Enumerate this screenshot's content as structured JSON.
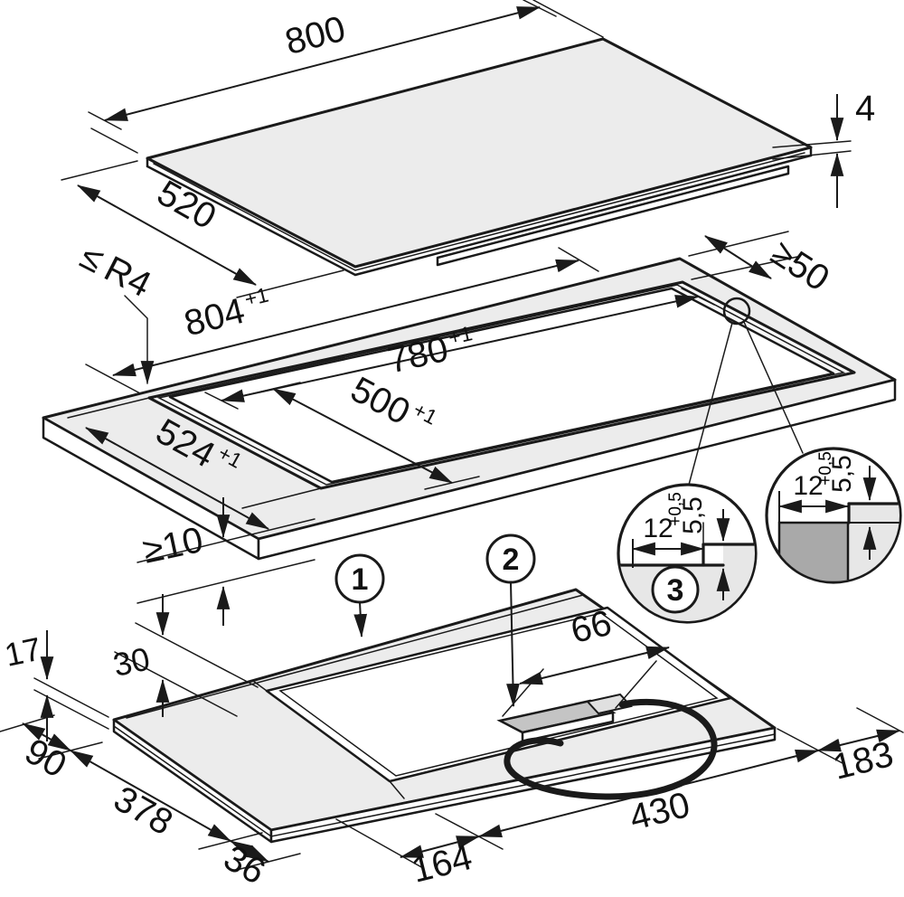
{
  "diagram_type": "appliance installation dimension drawing (cooktop + worktop cutout + underside)",
  "colors": {
    "line": "#1a1a1a",
    "surface_gray": "#ececec",
    "mains_box_gray": "#c4c4c4",
    "section_block_gray": "#a9a9a9",
    "background": "#ffffff"
  },
  "labels": {
    "top_panel": {
      "width": "800",
      "depth": "520",
      "thickness": "4"
    },
    "cutout": {
      "radius_prefix": "≤",
      "radius": "R4",
      "outer_w": "804",
      "outer_w_tol": "+1",
      "inner_w": "780",
      "inner_w_tol": "+1",
      "inner_d": "500",
      "inner_d_tol": "+1",
      "outer_d": "524",
      "outer_d_tol": "+1",
      "rear_clearance": "≥50",
      "below_clearance": "≥10"
    },
    "detail": {
      "step_width": "12",
      "step_width_tol": "+0,5",
      "step_depth": "5,5"
    },
    "underside": {
      "edge_height": "17",
      "housing_height": "30",
      "rear_band": "90",
      "housing_depth": "378",
      "front_band": "36",
      "left_offset": "164",
      "cable_span": "430",
      "right_offset": "183",
      "box_width": "66"
    },
    "callouts": {
      "glass_panel": "1",
      "mains_box": "2",
      "seal_detail": "3"
    }
  }
}
